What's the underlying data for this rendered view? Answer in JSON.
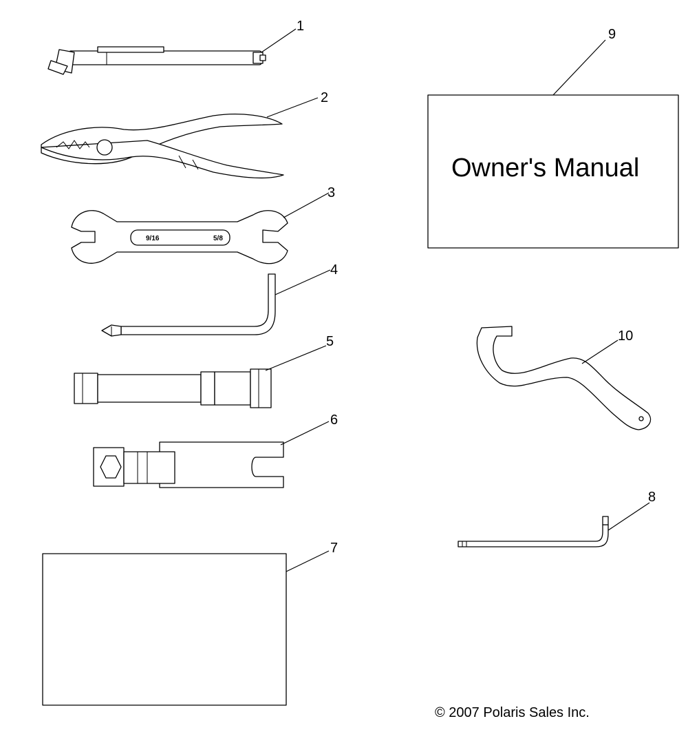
{
  "callouts": [
    "1",
    "2",
    "3",
    "4",
    "5",
    "6",
    "7",
    "8",
    "9",
    "10"
  ],
  "wrench_stamps": {
    "left": "9/16",
    "right": "5/8"
  },
  "manual": {
    "label": "Owner's Manual"
  },
  "copyright": "© 2007 Polaris Sales Inc."
}
